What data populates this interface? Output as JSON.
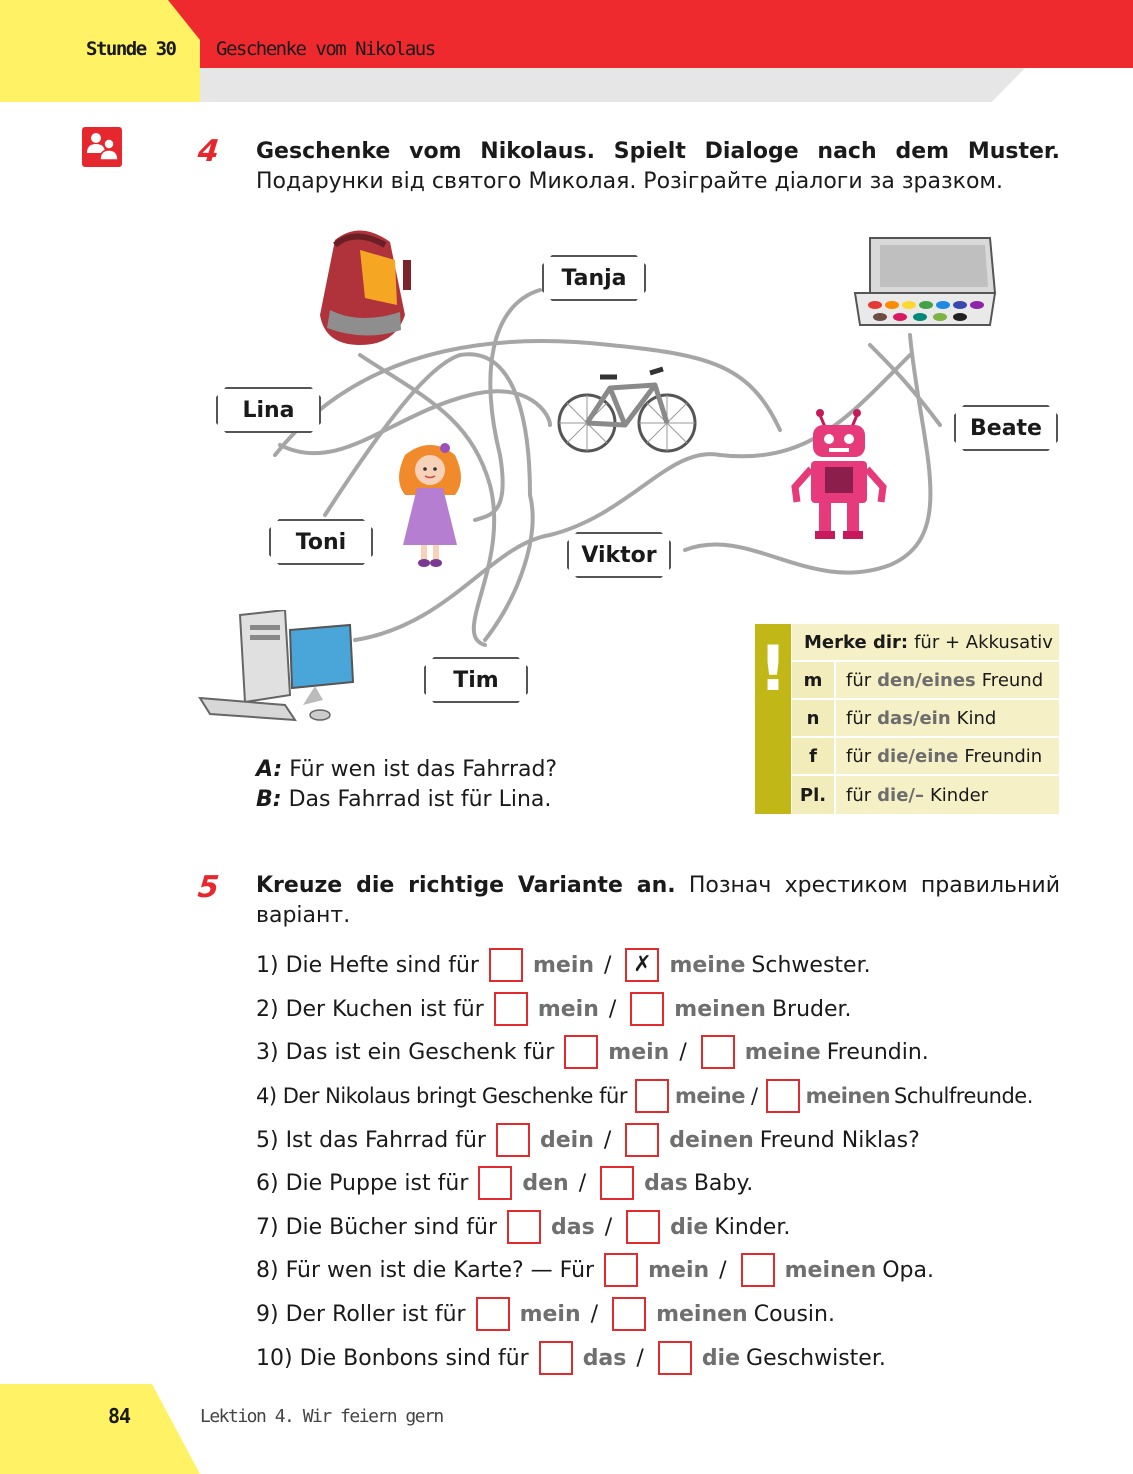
{
  "header": {
    "lesson": "Stunde 30",
    "title": "Geschenke vom Nikolaus"
  },
  "exercise4": {
    "number": "4",
    "task_de": "Geschenke vom Nikolaus. Spielt Dialoge nach dem Muster.",
    "task_uk": "Подарунки від святого Миколая. Розіграйте діалоги за зразком.",
    "names": [
      "Tanja",
      "Lina",
      "Beate",
      "Toni",
      "Viktor",
      "Tim"
    ],
    "dialogue": {
      "a_speaker": "A:",
      "a_text": "Für wen ist das Fahrrad?",
      "b_speaker": "B:",
      "b_text": "Das Fahrrad ist für Lina."
    }
  },
  "merke": {
    "mark": "!",
    "head_bold": "Merke dir:",
    "head_text": "für + Akkusativ",
    "rows": [
      {
        "g": "m",
        "pre": "für",
        "art": "den/eines",
        "noun": "Freund"
      },
      {
        "g": "n",
        "pre": "für",
        "art": "das/ein",
        "noun": "Kind"
      },
      {
        "g": "f",
        "pre": "für",
        "art": "die/eine",
        "noun": "Freundin"
      },
      {
        "g": "Pl.",
        "pre": "für",
        "art": "die/–",
        "noun": "Kinder"
      }
    ]
  },
  "exercise5": {
    "number": "5",
    "task_de": "Kreuze die richtige Variante an.",
    "task_uk_1": "Познач хрестиком правильний",
    "task_uk_2": "варіант.",
    "items": [
      {
        "pre": "1) Die Hefte sind für",
        "opt1": "mein",
        "opt2": "meine",
        "post": "Schwester."
      },
      {
        "pre": "2) Der Kuchen ist für",
        "opt1": "mein",
        "opt2": "meinen",
        "post": "Bruder."
      },
      {
        "pre": "3) Das ist ein Geschenk für",
        "opt1": "mein",
        "opt2": "meine",
        "post": "Freundin."
      },
      {
        "pre": "4) Der Nikolaus bringt Geschenke für",
        "opt1": "meine",
        "opt2": "meinen",
        "post": "Schulfreunde."
      },
      {
        "pre": "5) Ist das Fahrrad für",
        "opt1": "dein",
        "opt2": "deinen",
        "post": "Freund Niklas?"
      },
      {
        "pre": "6) Die Puppe ist für",
        "opt1": "den",
        "opt2": "das",
        "post": "Baby."
      },
      {
        "pre": "7) Die Bücher sind für",
        "opt1": "das",
        "opt2": "die",
        "post": "Kinder."
      },
      {
        "pre": "8) Für wen ist die Karte? — Für",
        "opt1": "mein",
        "opt2": "meinen",
        "post": "Opa."
      },
      {
        "pre": "9) Der Roller ist für",
        "opt1": "mein",
        "opt2": "meinen",
        "post": "Cousin."
      },
      {
        "pre": "10) Die Bonbons sind für",
        "opt1": "das",
        "opt2": "die",
        "post": "Geschwister."
      }
    ]
  },
  "footer": {
    "page": "84",
    "lesson": "Lektion 4. Wir feiern gern"
  },
  "colors": {
    "red": "#ee2a2f",
    "yellow": "#fff264",
    "olive": "#c1b716",
    "cream": "#f5f0c6"
  }
}
